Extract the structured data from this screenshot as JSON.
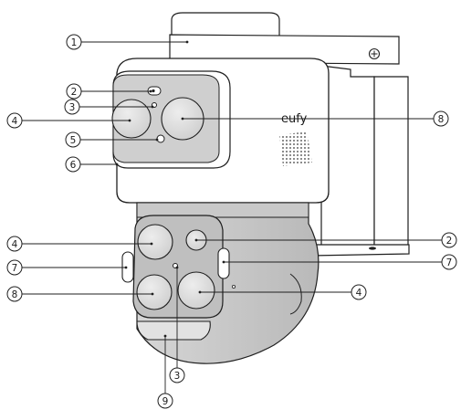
{
  "brand": {
    "logo_text": "eufy"
  },
  "colors": {
    "outline": "#1f1f1f",
    "leader": "#1f1f1f",
    "housing_white": "#ffffff",
    "lens_panel": "#d8d8d8",
    "lens_panel_dark": "#bdbdbd",
    "lens": "#e4e4e4",
    "lower_body": "#d2d2d2",
    "lower_body_dark": "#bcbcbc"
  },
  "callouts": [
    {
      "id": "c1",
      "number": "1"
    },
    {
      "id": "c2a",
      "number": "2"
    },
    {
      "id": "c3a",
      "number": "3"
    },
    {
      "id": "c4a",
      "number": "4"
    },
    {
      "id": "c5",
      "number": "5"
    },
    {
      "id": "c6",
      "number": "6"
    },
    {
      "id": "c8a",
      "number": "8"
    },
    {
      "id": "c4b",
      "number": "4"
    },
    {
      "id": "c2b",
      "number": "2"
    },
    {
      "id": "c7a",
      "number": "7"
    },
    {
      "id": "c7b",
      "number": "7"
    },
    {
      "id": "c8b",
      "number": "8"
    },
    {
      "id": "c4c",
      "number": "4"
    },
    {
      "id": "c3b",
      "number": "3"
    },
    {
      "id": "c9",
      "number": "9"
    }
  ]
}
